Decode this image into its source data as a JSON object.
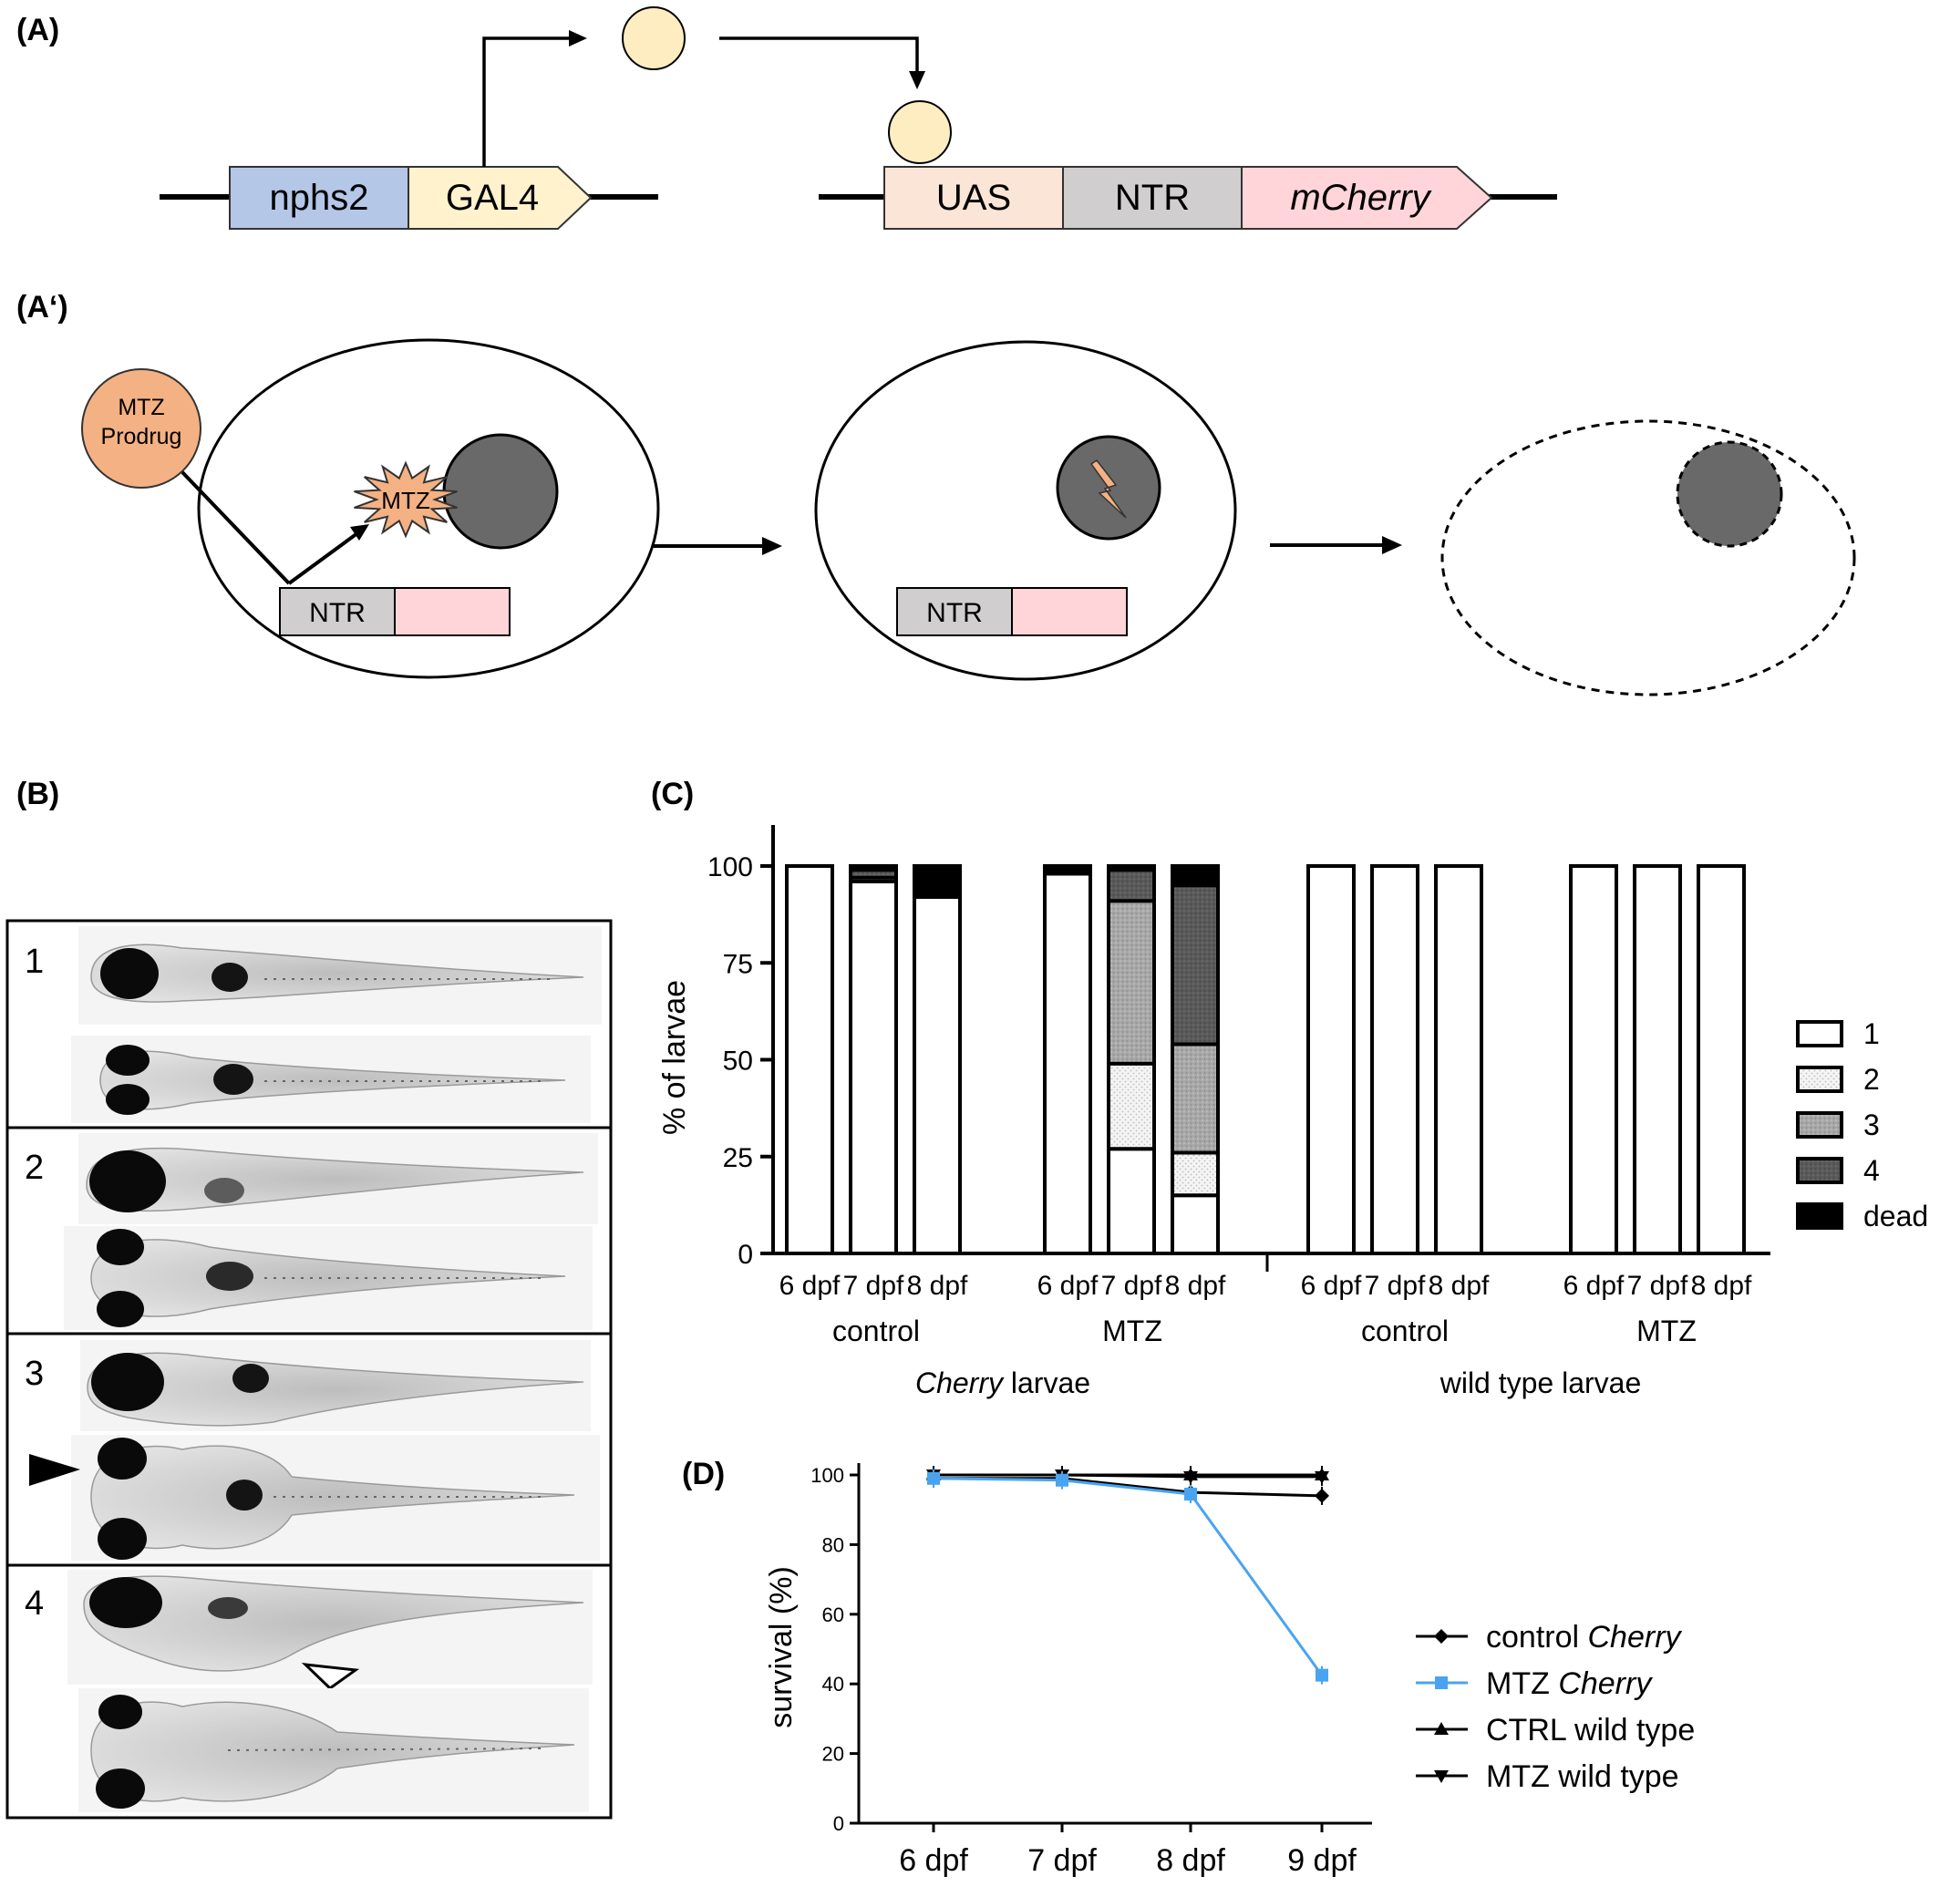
{
  "panels": {
    "a": "(A)",
    "a_prime": "(A‘)",
    "b": "(B)",
    "c": "(C)",
    "d": "(D)"
  },
  "panel_a": {
    "left_construct": [
      "nphs2",
      "GAL4"
    ],
    "right_construct": [
      "UAS",
      "NTR",
      "mCherry"
    ],
    "colors": {
      "nphs2": "#b4c7e7",
      "gal4": "#fff2cc",
      "uas": "#fbe5d6",
      "ntr": "#d0cece",
      "mcherry": "#ffd5d9",
      "ligand": "#ffedc2"
    }
  },
  "panel_a_prime": {
    "prodrug": [
      "MTZ",
      "Prodrug"
    ],
    "activated": "MTZ",
    "ntr": "NTR",
    "colors": {
      "prodrug": "#f4b183",
      "nucleus": "#696969",
      "bolt": "#f4b183"
    }
  },
  "panel_b": {
    "rows": [
      "1",
      "2",
      "3",
      "4"
    ]
  },
  "chart_data": [
    {
      "type": "bar",
      "stacked": true,
      "ylabel": "% of larvae",
      "ylim": [
        0,
        100
      ],
      "yticks": [
        0,
        25,
        50,
        75,
        100
      ],
      "categories": [
        "6 dpf",
        "7 dpf",
        "8 dpf",
        "6 dpf",
        "7 dpf",
        "8 dpf",
        "6 dpf",
        "7 dpf",
        "8 dpf",
        "6 dpf",
        "7 dpf",
        "8 dpf"
      ],
      "groups": [
        "control",
        "MTZ",
        "control",
        "MTZ"
      ],
      "supergroups": [
        {
          "pre": "",
          "italic": "Cherry",
          "post": " larvae"
        },
        {
          "pre": "wild type larvae",
          "italic": "",
          "post": ""
        }
      ],
      "legend_position": "right",
      "series": [
        {
          "name": "1",
          "color": "#ffffff",
          "values": [
            100,
            96,
            92,
            98,
            27,
            15,
            100,
            100,
            100,
            100,
            100,
            100
          ]
        },
        {
          "name": "2",
          "color": "#efefef",
          "values": [
            0,
            1,
            0,
            0,
            22,
            11,
            0,
            0,
            0,
            0,
            0,
            0
          ]
        },
        {
          "name": "3",
          "color": "#a6a6a6",
          "values": [
            0,
            0,
            0,
            0,
            42,
            28,
            0,
            0,
            0,
            0,
            0,
            0
          ]
        },
        {
          "name": "4",
          "color": "#595959",
          "values": [
            0,
            2,
            0,
            0,
            8,
            41,
            0,
            0,
            0,
            0,
            0,
            0
          ]
        },
        {
          "name": "dead",
          "color": "#000000",
          "values": [
            0,
            1,
            8,
            2,
            1,
            5,
            0,
            0,
            0,
            0,
            0,
            0
          ]
        }
      ]
    },
    {
      "type": "line",
      "ylabel": "survival (%)",
      "ylim": [
        0,
        100
      ],
      "yticks": [
        0,
        20,
        40,
        60,
        80,
        100
      ],
      "x": [
        "6 dpf",
        "7 dpf",
        "8 dpf",
        "9 dpf"
      ],
      "series": [
        {
          "pre": "control ",
          "italic": "Cherry",
          "marker": "diamond",
          "color": "#000000",
          "values": [
            99,
            99,
            95,
            94
          ]
        },
        {
          "pre": "MTZ ",
          "italic": "Cherry",
          "marker": "square",
          "color": "#4aa3f0",
          "values": [
            99,
            98.5,
            94.5,
            42.5
          ]
        },
        {
          "pre": "CTRL wild type",
          "italic": "",
          "marker": "triangle-up",
          "color": "#000000",
          "values": [
            100,
            100,
            100,
            100
          ]
        },
        {
          "pre": "MTZ wild type",
          "italic": "",
          "marker": "triangle-down",
          "color": "#000000",
          "values": [
            100,
            100,
            99.5,
            99.5
          ]
        }
      ]
    }
  ]
}
